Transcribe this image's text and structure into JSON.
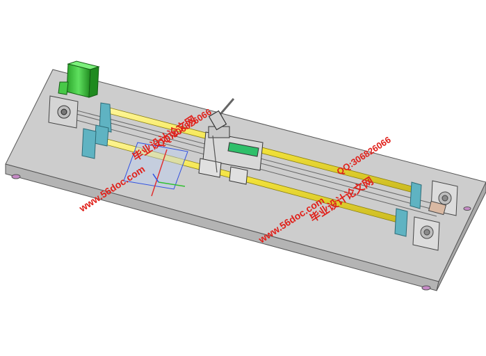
{
  "watermarks": [
    {
      "text": "毕业设计论文网",
      "color": "#e0201a"
    },
    {
      "text": "www.56doc.com",
      "color": "#e0201a"
    },
    {
      "text": "QQ:306826066",
      "color": "#e0201a"
    },
    {
      "text": "QQ:306826066",
      "color": "#e0201a"
    },
    {
      "text": "www.56doc.com",
      "color": "#e0201a"
    },
    {
      "text": "毕业设计论文网",
      "color": "#e0201a"
    }
  ],
  "colors": {
    "base_plate": "#c9c9c9",
    "rails": "#f2e23a",
    "support_blocks": "#5fb3c2",
    "motor": "#36c436",
    "feet": "#c68ac6",
    "axis_x": "#e03030",
    "axis_y": "#30c030",
    "axis_z": "#3050e0"
  }
}
